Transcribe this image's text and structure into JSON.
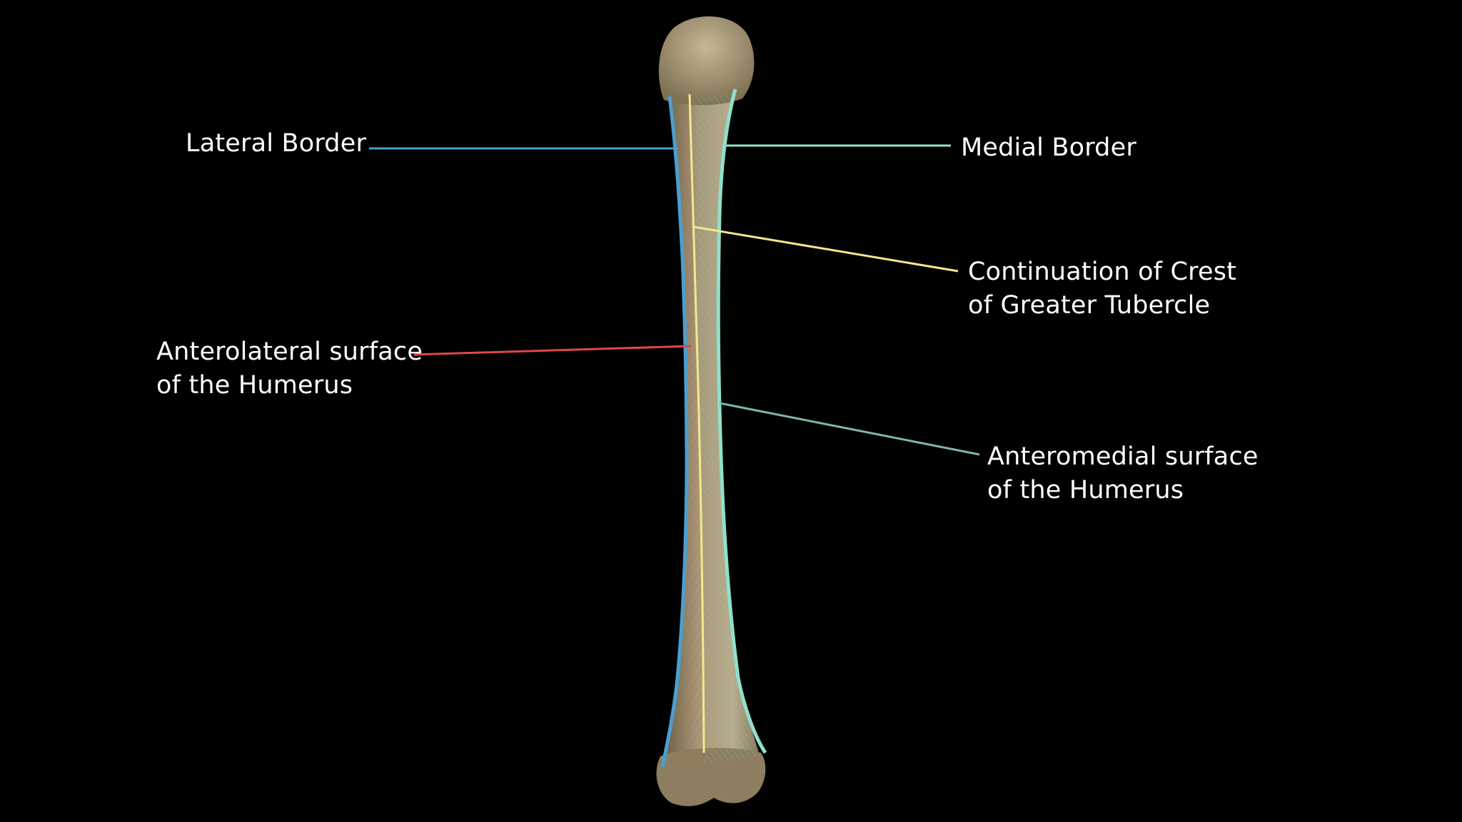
{
  "labels": {
    "lateral_border": "Lateral Border",
    "medial_border": "Medial Border",
    "crest_line1": "Continuation of Crest",
    "crest_line2": "of Greater Tubercle",
    "anterolateral_line1": "Anterolateral surface",
    "anterolateral_line2": "of the Humerus",
    "anteromedial_line1": "Anteromedial surface",
    "anteromedial_line2": "of the Humerus"
  },
  "colors": {
    "background": "#000000",
    "bone": "#a8997a",
    "lateral_border": "#4a9fd0",
    "medial_border": "#8fe0cc",
    "crest": "#f2e98c",
    "anterolateral": "#e04848",
    "anteromedial": "#7fb3b0",
    "label_text": "#ffffff"
  }
}
